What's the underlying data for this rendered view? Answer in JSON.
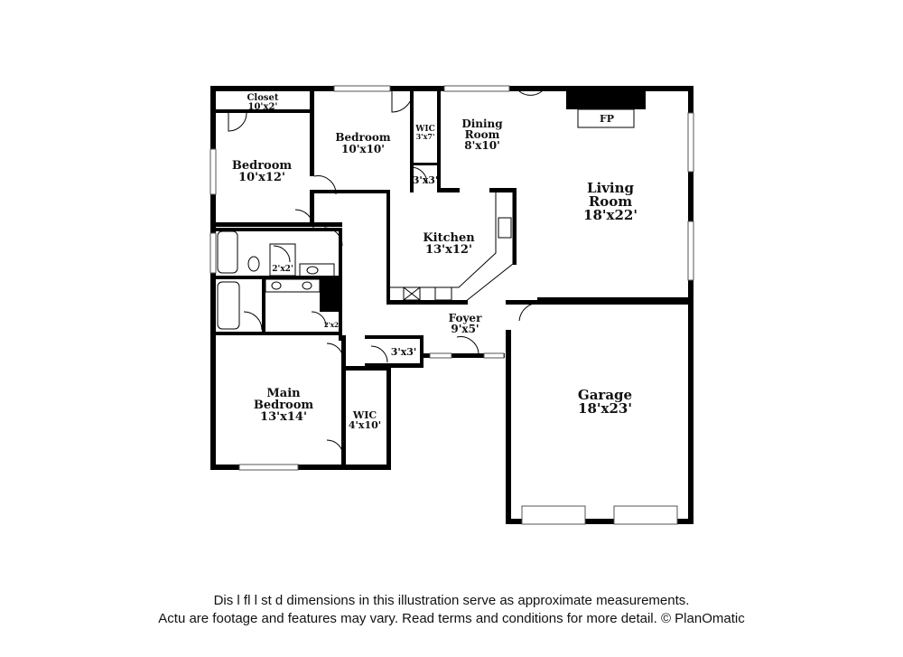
{
  "rooms": {
    "closet": {
      "name": "Closet",
      "dim": "10'x2'"
    },
    "bedroom_left": {
      "name": "Bedroom",
      "dim": "10'x12'"
    },
    "bedroom_mid": {
      "name": "Bedroom",
      "dim": "10'x10'"
    },
    "wic_small": {
      "name": "WIC",
      "dim": "3'x7'"
    },
    "dining": {
      "name1": "Dining",
      "name2": "Room",
      "dim": "8'x10'"
    },
    "fireplace": {
      "name": "FP"
    },
    "living": {
      "name1": "Living",
      "name2": "Room",
      "dim": "18'x22'"
    },
    "closet_3x3_top": {
      "dim": "3'x3'"
    },
    "kitchen": {
      "name": "Kitchen",
      "dim": "13'x12'"
    },
    "linen_2x2_a": {
      "dim": "2'x2'"
    },
    "linen_2x2_b": {
      "dim": "2'x2'"
    },
    "foyer": {
      "name": "Foyer",
      "dim": "9'x5'"
    },
    "closet_3x3_foyer": {
      "dim": "3'x3'"
    },
    "main_bedroom": {
      "name1": "Main",
      "name2": "Bedroom",
      "dim": "13'x14'"
    },
    "wic_main": {
      "name": "WIC",
      "dim": "4'x10'"
    },
    "garage": {
      "name": "Garage",
      "dim": "18'x23'"
    }
  },
  "disclaimer": {
    "line1": "Dis        l  fl   l   st   d dimensions in this illustration serve as approximate measurements.",
    "line2": "Actu    are footage and features may vary. Read terms and conditions for more detail. © PlanOmatic"
  },
  "colors": {
    "wall": "#000000",
    "window": "#ffffff",
    "background": "#ffffff"
  }
}
